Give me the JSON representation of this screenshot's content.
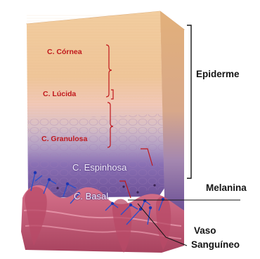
{
  "diagram": {
    "layers": {
      "cornea": "C. Córnea",
      "lucida": "C. Lúcida",
      "granulosa": "C. Granulosa",
      "espinhosa": "C. Espinhosa",
      "basal": "C. Basal"
    },
    "labels": {
      "epiderme": "Epiderme",
      "melanina": "Melanina",
      "vaso_line1": "Vaso",
      "vaso_line2": "Sanguíneo"
    },
    "colors": {
      "layer_label_red": "#c0171b",
      "layer_label_white": "#f4f0ff",
      "side_label": "#141414",
      "cornea_tissue": "#eec89a",
      "basal_tissue": "#7a5ca8",
      "dermis": "#c5607c",
      "vessel": "#2d4fc9"
    }
  }
}
